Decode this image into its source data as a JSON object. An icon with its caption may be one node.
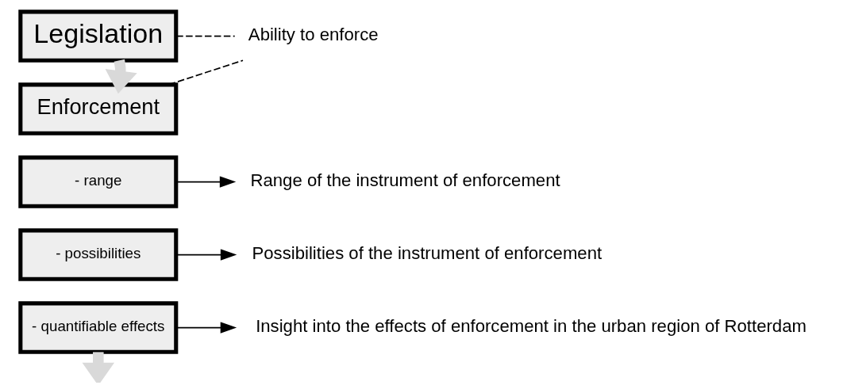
{
  "diagram": {
    "nodes": [
      {
        "text": [
          "Legislation"
        ]
      },
      {
        "text": [
          "Enforcement"
        ]
      },
      {
        "text": [
          "- range"
        ]
      },
      {
        "text": [
          "- possibilities"
        ]
      },
      {
        "text": [
          "- quantifiable effects"
        ]
      },
      {
        "text": [
          "Ability to enforce"
        ]
      },
      {
        "text": [
          "Range of the instrument of enforcement"
        ]
      },
      {
        "text": [
          "Possibilities of the instrument of enforcement"
        ]
      },
      {
        "text": [
          "Insight into the effects of enforcement in the urban region of Rotterdam"
        ]
      }
    ],
    "edges": [
      {
        "from": 0,
        "to": 1,
        "arrow": "to",
        "style": "thick",
        "color": "#d9d9d9"
      },
      {
        "from": 0,
        "to": 5,
        "arrow": "none",
        "style": "dashed"
      },
      {
        "from": 1,
        "to": 5,
        "arrow": "none",
        "style": "dashed"
      },
      {
        "from": 2,
        "to": 6,
        "arrow": "to"
      },
      {
        "from": 3,
        "to": 7,
        "arrow": "to"
      },
      {
        "from": 4,
        "to": 8,
        "arrow": "to"
      },
      {
        "from": 4,
        "to": null,
        "arrow": "to",
        "style": "thick",
        "color": "#d9d9d9"
      }
    ]
  }
}
